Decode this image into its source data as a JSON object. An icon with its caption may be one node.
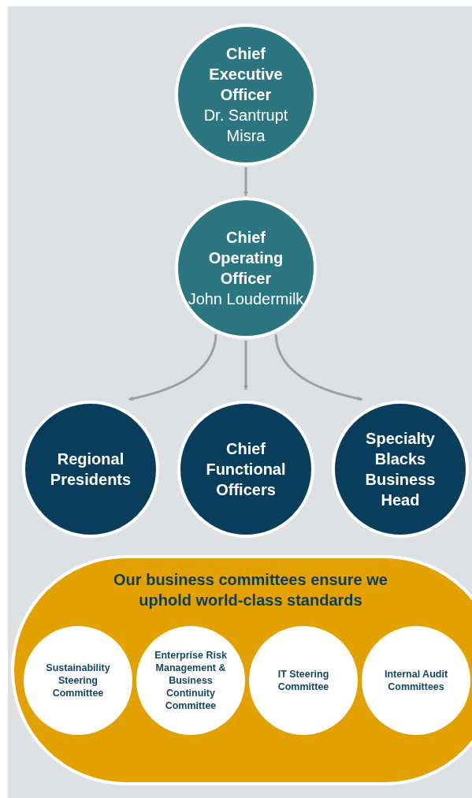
{
  "diagram": {
    "nodes": [
      {
        "text": [
          "Chief Executive Officer",
          "Dr. Santrupt Misra"
        ]
      },
      {
        "text": [
          "Chief Operating Officer",
          "John Loudermilk"
        ]
      },
      {
        "text": [
          "Regional Presidents"
        ]
      },
      {
        "text": [
          "Chief Functional Officers"
        ]
      },
      {
        "text": [
          "Specialty Blacks Business Head"
        ]
      },
      {
        "text": [
          "Our business committees ensure we uphold world-class standards"
        ]
      },
      {
        "text": [
          "Sustainability Steering Committee"
        ],
        "in": 5
      },
      {
        "text": [
          "Enterprise Risk Management & Business Continuity Committee"
        ],
        "in": 5
      },
      {
        "text": [
          "IT Steering Committee"
        ],
        "in": 5
      },
      {
        "text": [
          "Internal Audit Committees"
        ],
        "in": 5
      }
    ],
    "edges": [
      {
        "from": 0,
        "to": 1,
        "arrow": "to"
      },
      {
        "from": 1,
        "to": 2,
        "arrow": "to"
      },
      {
        "from": 1,
        "to": 3,
        "arrow": "to"
      },
      {
        "from": 1,
        "to": 4,
        "arrow": "to"
      }
    ]
  }
}
